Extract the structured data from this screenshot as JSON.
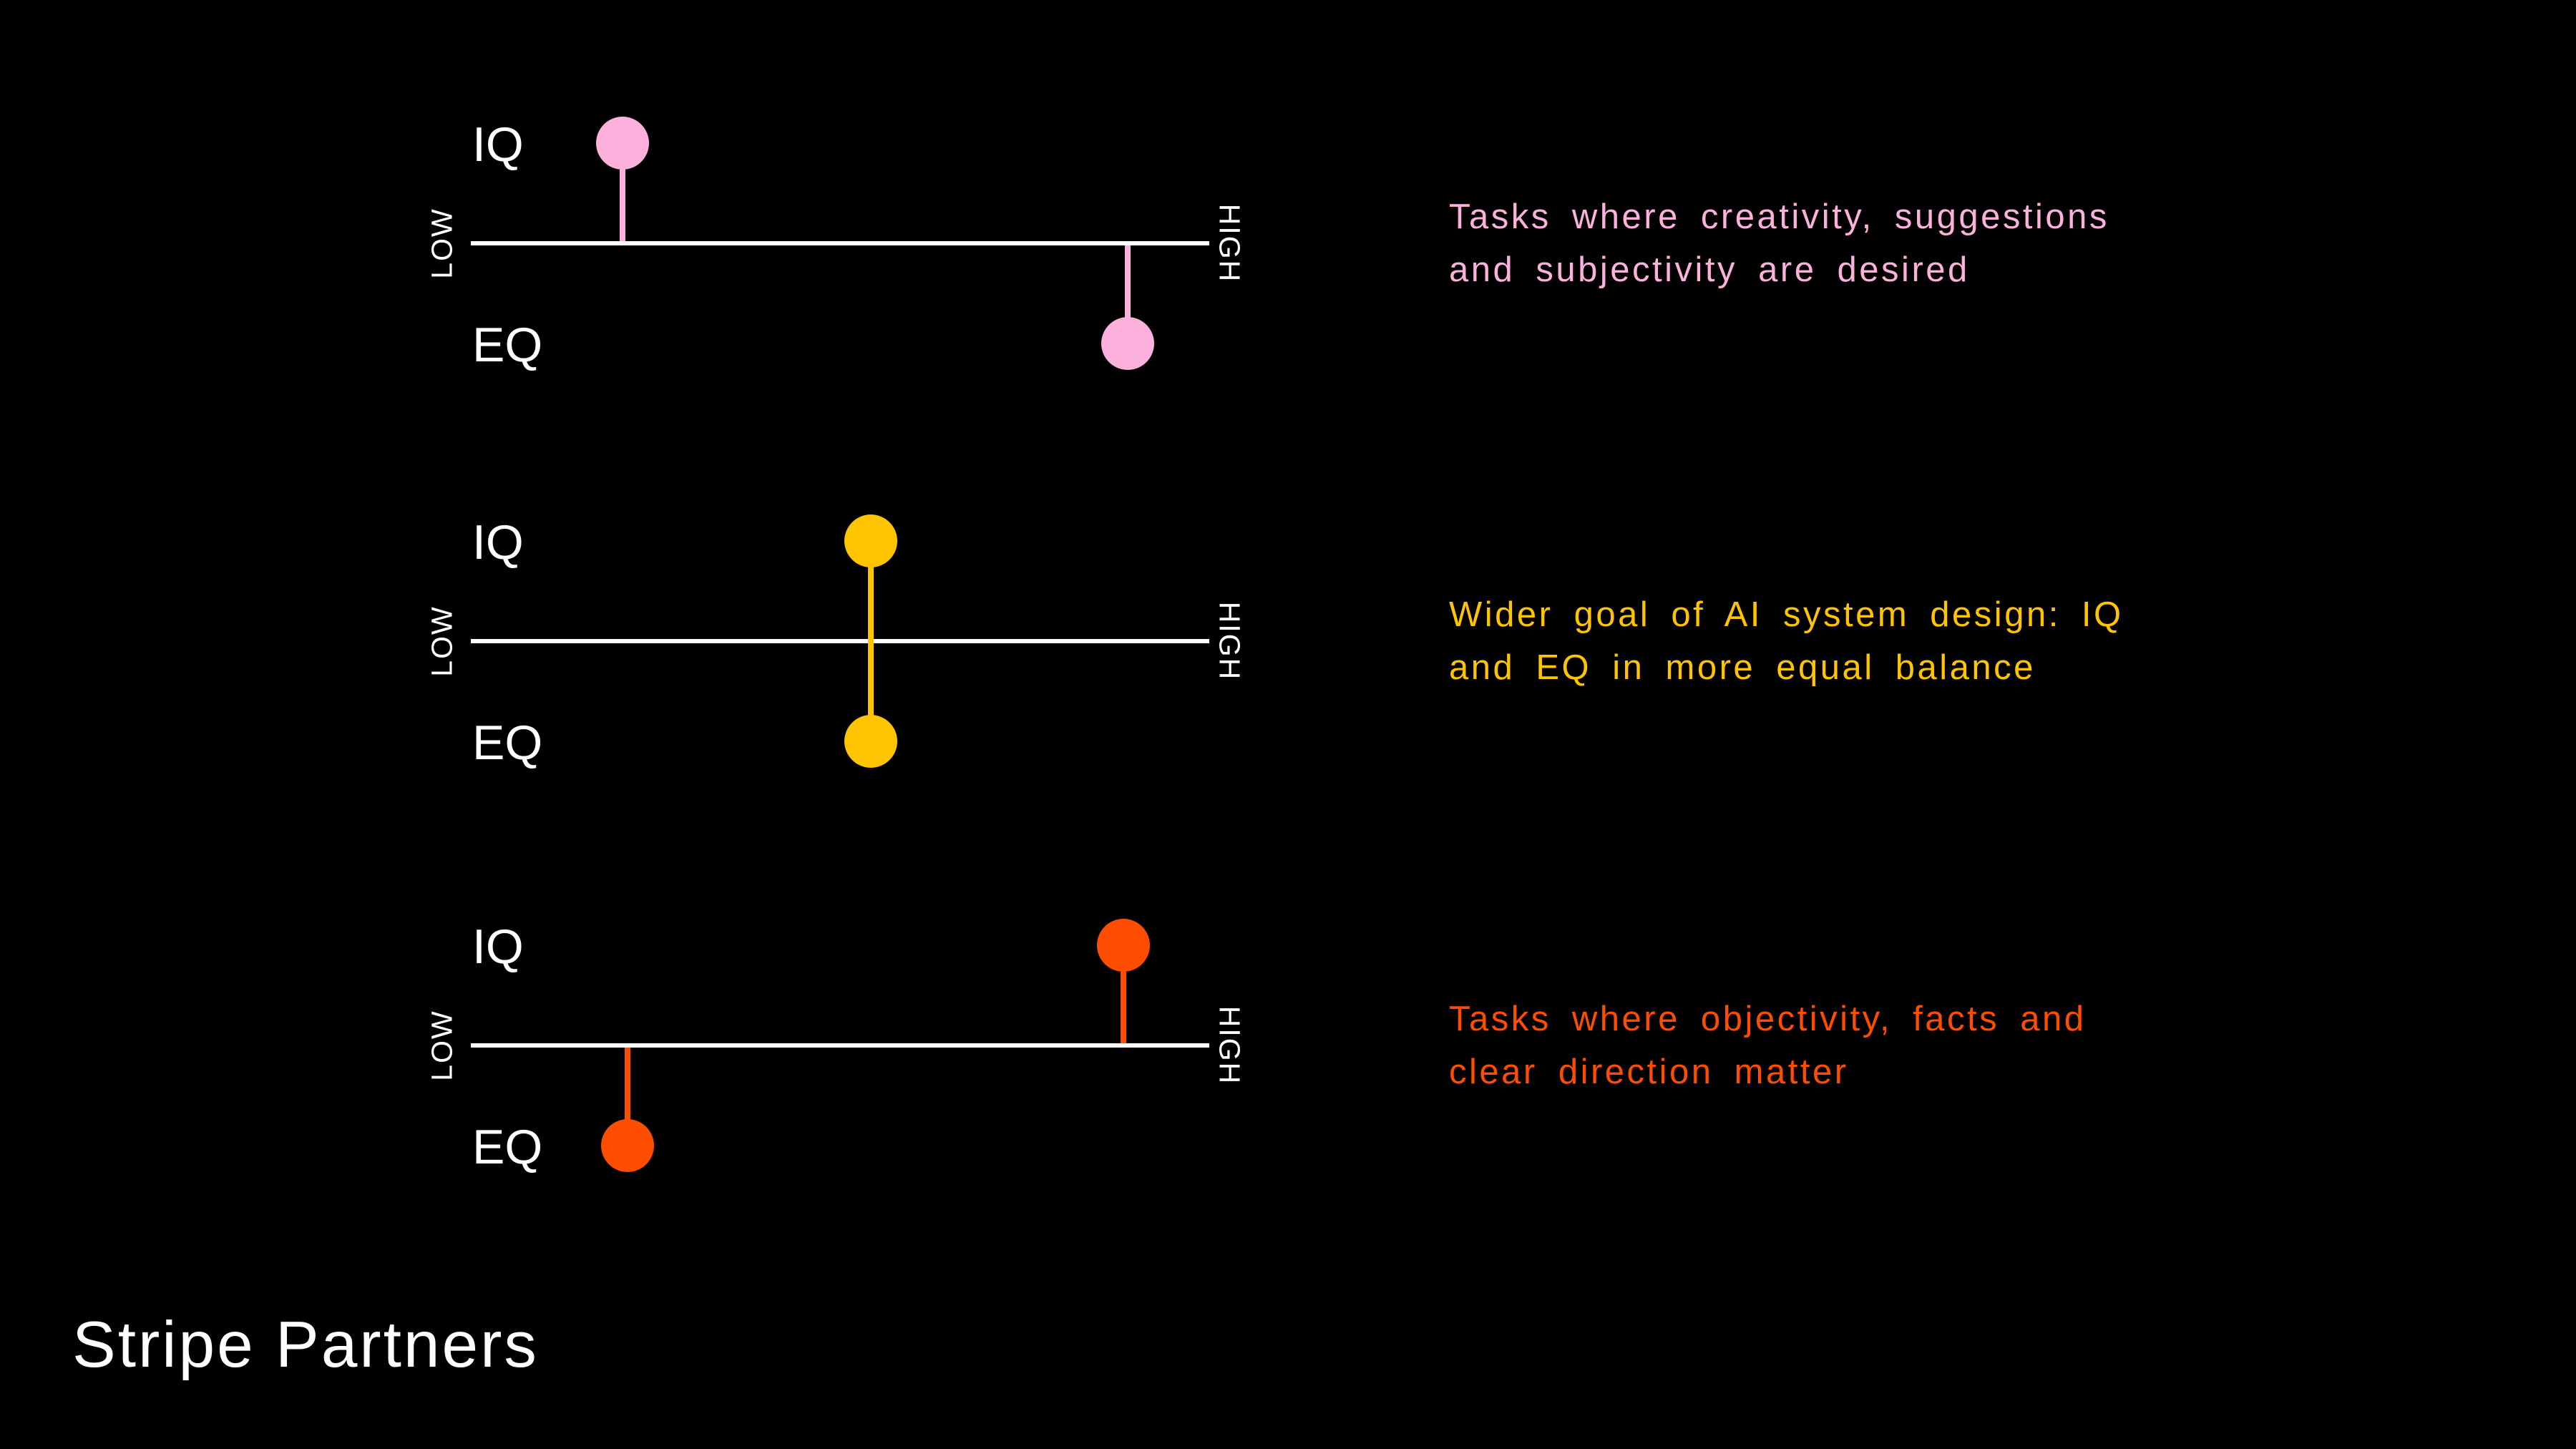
{
  "canvas": {
    "background": "#000000",
    "base_text_color": "#FFFFFF"
  },
  "rows": [
    {
      "name": "creativity-tasks",
      "color": "#FBB1DC",
      "iq_label": "IQ",
      "eq_label": "EQ",
      "low_label": "LOW",
      "high_label": "HIGH",
      "iq_value": 0.205,
      "eq_value": 0.89,
      "connected": false,
      "desc_lines": [
        "Tasks where creativity, suggestions",
        "and subjectivity are desired"
      ]
    },
    {
      "name": "balanced-goal",
      "color": "#FFC400",
      "iq_label": "IQ",
      "eq_label": "EQ",
      "low_label": "LOW",
      "high_label": "HIGH",
      "iq_value": 0.542,
      "eq_value": 0.542,
      "connected": true,
      "desc_lines": [
        "Wider goal of AI system design: IQ",
        "and EQ in more equal balance"
      ]
    },
    {
      "name": "objectivity-tasks",
      "color": "#FF4D00",
      "iq_label": "IQ",
      "eq_label": "EQ",
      "low_label": "LOW",
      "high_label": "HIGH",
      "iq_value": 0.884,
      "eq_value": 0.212,
      "connected": false,
      "desc_lines": [
        "Tasks where objectivity, facts and",
        "clear direction matter"
      ]
    }
  ],
  "footer": {
    "logo_text": "Stripe Partners"
  }
}
